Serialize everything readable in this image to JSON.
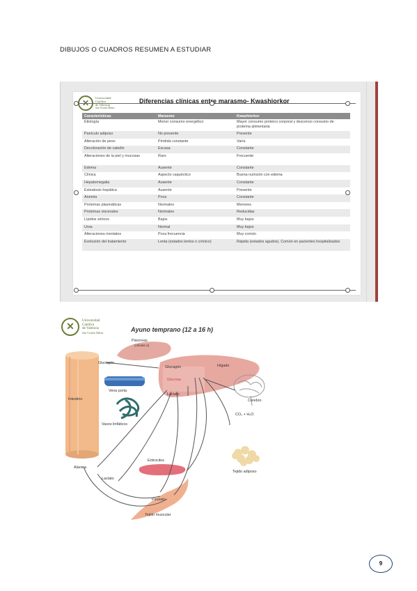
{
  "page": {
    "heading": "DIBUJOS O CUADROS RESUMEN A ESTUDIAR",
    "page_number": "9"
  },
  "logo": {
    "line1": "Universidad",
    "line2": "Católica",
    "line3": "de Valencia",
    "line4": "San Vicente Mártir"
  },
  "table_slide": {
    "title": "Diferencias clínicas entre marasmo- Kwashiorkor",
    "headers": [
      "Características",
      "Marasmo",
      "Kwashiorkor"
    ],
    "rows": [
      [
        "Etiología",
        "Menor consumo energético",
        "Mayor consumo proteico corporal y descenso consumo de proteína alimentaria"
      ],
      [
        "Panículo adiposo",
        "No presente",
        "Presente"
      ],
      [
        "Alteración de peso",
        "Pérdida constante",
        "Varía"
      ],
      [
        "Decoloración de cabello",
        "Escasa",
        "Constante"
      ],
      [
        "Alteraciones de la piel y mucosas",
        "Raro",
        "Frecuente"
      ],
      [
        "Edema",
        "Ausente",
        "Constante"
      ],
      [
        "Clínica",
        "Aspecto caquéctico",
        "Buena nutrición con edema"
      ],
      [
        "Hepatomegalia",
        "Ausente",
        "Constante"
      ],
      [
        "Esteatosis hepática",
        "Ausente",
        "Presente"
      ],
      [
        "Anemia",
        "Poca",
        "Constante"
      ],
      [
        "Proteínas plasmáticas",
        "Normales",
        "Menores"
      ],
      [
        "Proteínas viscerales",
        "Normales",
        "Reducidas"
      ],
      [
        "Lípidos séricos",
        "Bajos",
        "Muy bajos"
      ],
      [
        "Urea",
        "Normal",
        "Muy bajos"
      ],
      [
        "Alteraciones mentales",
        "Poca frecuencia",
        "Muy común"
      ],
      [
        "Evolución del tratamiento",
        "Lenta (estados lentos o crónico)",
        "Rápida (estados agudos). Común en pacientes hospitalizados"
      ]
    ]
  },
  "diagram": {
    "title": "Ayuno temprano (12 a 16 h)",
    "labels": {
      "pancreas": "Páncreas",
      "pancreas_sub": "(células α)",
      "glucagon_left": "Glucagón",
      "glucagon_liver": "Glucagón",
      "liver": "Hígado",
      "glucose": "Glucosa",
      "lactate_liver": "Lactato",
      "intestine": "Intestino",
      "portal_vein": "Vena porta",
      "lymph": "Vasos linfáticos",
      "brain": "Cerebro",
      "brain_out": "CO₂ + H₂O",
      "erythrocytes": "Eritrocitos",
      "adipose": "Tejido adiposo",
      "alanine": "Alanina",
      "lactate_bottom": "Lactato",
      "pyruvate": "Piruvato",
      "muscle": "Tejido muscular"
    }
  },
  "colors": {
    "table_header": "#8d8d8d",
    "logo_green": "#6a7c3a",
    "liver": "#e7a8a0",
    "intestine": "#f2b98a",
    "vein": "#3a6fb3",
    "lymph": "#2e6d6a",
    "erythrocyte": "#e36f7a",
    "muscle": "#f0b090",
    "adipose": "#efd9a6",
    "page_number_ring": "#1f3f6e"
  }
}
